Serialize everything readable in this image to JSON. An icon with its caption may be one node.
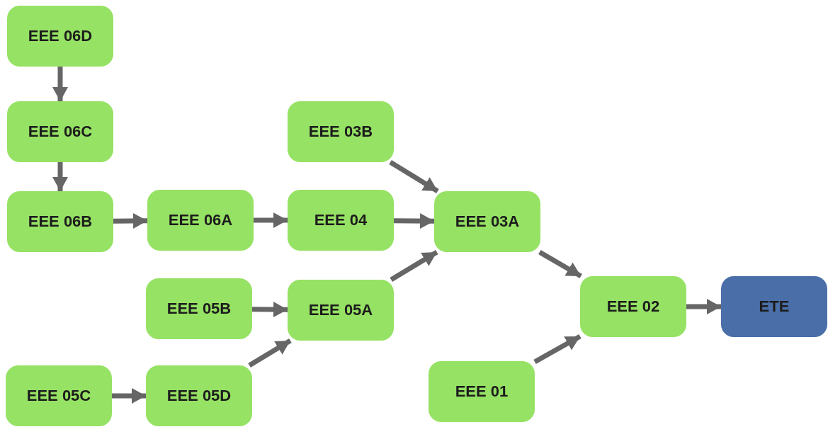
{
  "diagram": {
    "nodes": [
      {
        "text": [
          "EEE 06D"
        ]
      },
      {
        "text": [
          "EEE 06C"
        ]
      },
      {
        "text": [
          "EEE 06B"
        ]
      },
      {
        "text": [
          "EEE 06A"
        ]
      },
      {
        "text": [
          "EEE 04"
        ]
      },
      {
        "text": [
          "EEE 03B"
        ]
      },
      {
        "text": [
          "EEE 03A"
        ]
      },
      {
        "text": [
          "EEE 05B"
        ]
      },
      {
        "text": [
          "EEE 05A"
        ]
      },
      {
        "text": [
          "EEE 05C"
        ]
      },
      {
        "text": [
          "EEE 05D"
        ]
      },
      {
        "text": [
          "EEE 01"
        ]
      },
      {
        "text": [
          "EEE 02"
        ]
      },
      {
        "text": [
          "ETE"
        ]
      }
    ],
    "edges": [
      {
        "from": 0,
        "to": 1,
        "arrow": "to"
      },
      {
        "from": 1,
        "to": 2,
        "arrow": "to"
      },
      {
        "from": 2,
        "to": 3,
        "arrow": "to"
      },
      {
        "from": 3,
        "to": 4,
        "arrow": "to"
      },
      {
        "from": 4,
        "to": 6,
        "arrow": "to"
      },
      {
        "from": 5,
        "to": 6,
        "arrow": "to"
      },
      {
        "from": 7,
        "to": 8,
        "arrow": "to"
      },
      {
        "from": 9,
        "to": 10,
        "arrow": "to"
      },
      {
        "from": 10,
        "to": 8,
        "arrow": "to"
      },
      {
        "from": 8,
        "to": 6,
        "arrow": "to"
      },
      {
        "from": 6,
        "to": 12,
        "arrow": "to"
      },
      {
        "from": 11,
        "to": 12,
        "arrow": "to"
      },
      {
        "from": 12,
        "to": 13,
        "arrow": "to"
      }
    ]
  }
}
